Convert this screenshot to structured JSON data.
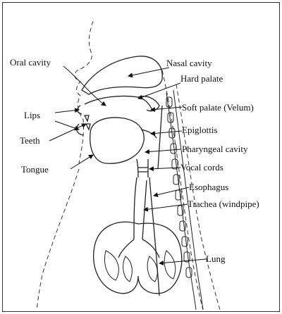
{
  "diagram": {
    "labels": {
      "oral_cavity": "Oral cavity",
      "nasal_cavity": "Nasal cavity",
      "hard_palate": "Hard palate",
      "soft_palate": "Soft palate (Velum)",
      "lips": "Lips",
      "epiglottis": "Epiglottis",
      "teeth": "Teeth",
      "pharyngeal_cavity": "Pharyngeal cavity",
      "tongue": "Tongue",
      "vocal_cords": "Vocal cords",
      "esophagus": "Esophagus",
      "trachea": "Trachea (windpipe)",
      "lung": "Lung"
    }
  }
}
